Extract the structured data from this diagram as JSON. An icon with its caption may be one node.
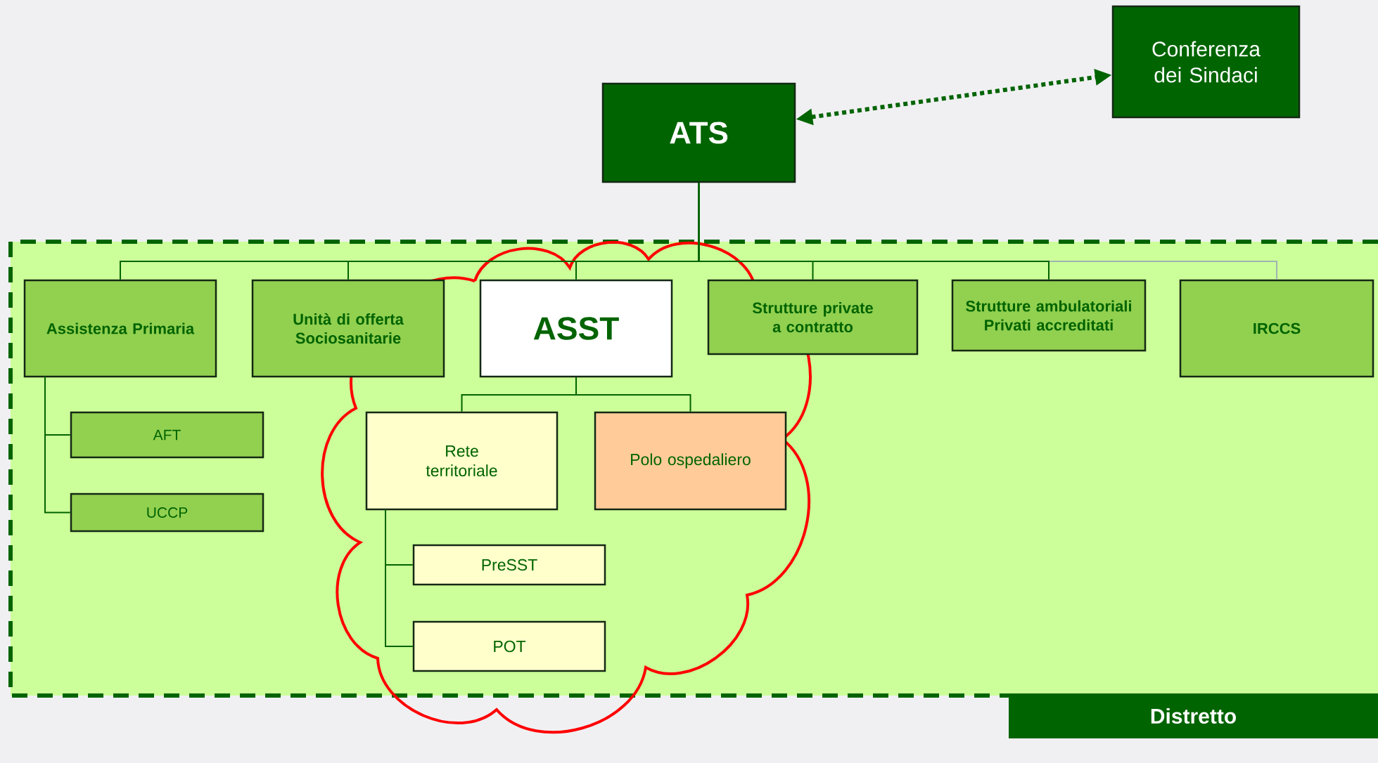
{
  "diagram": {
    "nodes": [
      {
        "text": [
          "ATS"
        ]
      },
      {
        "text": [
          "Conferenza dei Sindaci"
        ]
      },
      {
        "text": [
          "Distretto"
        ]
      },
      {
        "text": [
          "Assistenza Primaria"
        ],
        "in": 2
      },
      {
        "text": [
          "Unità di offerta Sociosanitarie"
        ],
        "in": 2
      },
      {
        "text": [
          "ASST"
        ],
        "in": 2
      },
      {
        "text": [
          "Strutture private a contratto"
        ],
        "in": 2
      },
      {
        "text": [
          "Strutture ambulatoriali Privati accreditati"
        ],
        "in": 2
      },
      {
        "text": [
          "IRCCS"
        ],
        "in": 2
      },
      {
        "text": [
          "AFT"
        ],
        "in": 2
      },
      {
        "text": [
          "UCCP"
        ],
        "in": 2
      },
      {
        "text": [
          "Rete territoriale"
        ],
        "in": 2
      },
      {
        "text": [
          "Polo ospedaliero"
        ],
        "in": 2
      },
      {
        "text": [
          "PreSST"
        ],
        "in": 2
      },
      {
        "text": [
          "POT"
        ],
        "in": 2
      }
    ],
    "edges": [
      {
        "from": 0,
        "to": 1,
        "arrow": "both",
        "style": "dashed"
      },
      {
        "from": 0,
        "to": 3,
        "arrow": "none"
      },
      {
        "from": 0,
        "to": 4,
        "arrow": "none"
      },
      {
        "from": 0,
        "to": 5,
        "arrow": "none"
      },
      {
        "from": 0,
        "to": 6,
        "arrow": "none"
      },
      {
        "from": 0,
        "to": 7,
        "arrow": "none"
      },
      {
        "from": 0,
        "to": 8,
        "arrow": "none",
        "color": "#9fb4b4"
      },
      {
        "from": 3,
        "to": 9,
        "arrow": "none"
      },
      {
        "from": 3,
        "to": 10,
        "arrow": "none"
      },
      {
        "from": 5,
        "to": 11,
        "arrow": "none"
      },
      {
        "from": 5,
        "to": 12,
        "arrow": "none"
      },
      {
        "from": 11,
        "to": 13,
        "arrow": "none"
      },
      {
        "from": 11,
        "to": 14,
        "arrow": "none"
      }
    ]
  }
}
